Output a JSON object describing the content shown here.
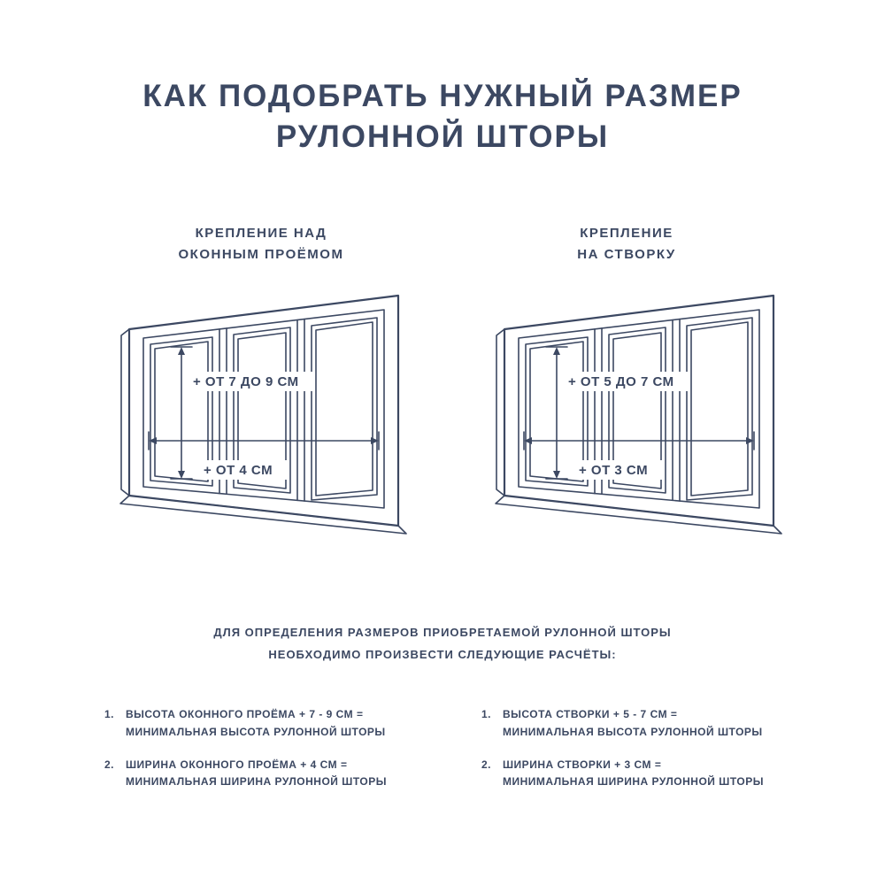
{
  "colors": {
    "ink": "#3c4862",
    "background": "#ffffff"
  },
  "title": {
    "line1": "КАК ПОДОБРАТЬ НУЖНЫЙ РАЗМЕР",
    "line2": "РУЛОННОЙ ШТОРЫ"
  },
  "columns": [
    {
      "heading_line1": "КРЕПЛЕНИЕ НАД",
      "heading_line2": "ОКОННЫМ ПРОЁМОМ",
      "height_label": "+ ОТ 7 ДО 9 СМ",
      "width_label": "+ ОТ 4 СМ"
    },
    {
      "heading_line1": "КРЕПЛЕНИЕ",
      "heading_line2": "НА СТВОРКУ",
      "height_label": "+ ОТ 5 ДО 7 СМ",
      "width_label": "+ ОТ 3 СМ"
    }
  ],
  "note": {
    "line1": "ДЛЯ ОПРЕДЕЛЕНИЯ РАЗМЕРОВ ПРИОБРЕТАЕМОЙ РУЛОННОЙ ШТОРЫ",
    "line2": "НЕОБХОДИМО ПРОИЗВЕСТИ СЛЕДУЮЩИЕ РАСЧЁТЫ:"
  },
  "calculations": {
    "left": [
      {
        "number": "1.",
        "line1": "ВЫСОТА ОКОННОГО ПРОЁМА + 7 - 9 СМ =",
        "line2": "МИНИМАЛЬНАЯ ВЫСОТА РУЛОННОЙ ШТОРЫ"
      },
      {
        "number": "2.",
        "line1": "ШИРИНА ОКОННОГО ПРОЁМА + 4 СМ =",
        "line2": "МИНИМАЛЬНАЯ ШИРИНА РУЛОННОЙ ШТОРЫ"
      }
    ],
    "right": [
      {
        "number": "1.",
        "line1": "ВЫСОТА СТВОРКИ + 5 - 7 СМ =",
        "line2": "МИНИМАЛЬНАЯ ВЫСОТА РУЛОННОЙ ШТОРЫ"
      },
      {
        "number": "2.",
        "line1": "ШИРИНА СТВОРКИ + 3 СМ =",
        "line2": "МИНИМАЛЬНАЯ ШИРИНА РУЛОННОЙ ШТОРЫ"
      }
    ]
  }
}
